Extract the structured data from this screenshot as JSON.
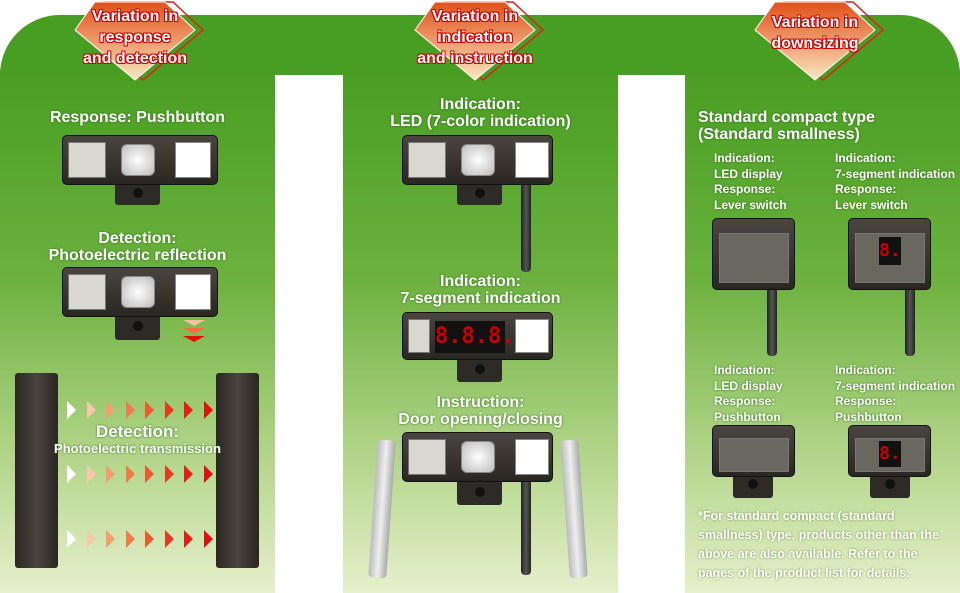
{
  "badges": [
    {
      "text": "Variation in\nresponse\nand detection"
    },
    {
      "text": "Variation in\nindication\nand instruction"
    },
    {
      "text": "Variation in\ndownsizing"
    }
  ],
  "panel1": {
    "response": "Response: Pushbutton",
    "reflection": [
      "Detection:",
      "Photoelectric reflection"
    ],
    "transmission": [
      "Detection:",
      "Photoelectric transmission"
    ]
  },
  "panel2": {
    "led": [
      "Indication:",
      "LED (7-color indication)"
    ],
    "seven": [
      "Indication:",
      "7-segment indication"
    ],
    "door": [
      "Instruction:",
      "Door opening/closing"
    ],
    "seg_display": "8.8.8."
  },
  "panel3": {
    "title": [
      "Standard compact type",
      "(Standard smallness)"
    ],
    "items": [
      [
        "Indication:",
        "LED display",
        "Response:",
        "Lever switch"
      ],
      [
        "Indication:",
        "7-segment indication",
        "Response:",
        "Lever switch"
      ],
      [
        "Indication:",
        "LED display",
        "Response:",
        "Pushbutton"
      ],
      [
        "Indication:",
        "7-segment indication",
        "Response:",
        "Pushbutton"
      ]
    ],
    "seg_digit": "8.",
    "footnote": "*For standard compact (standard smallness) type, products other than the above are also available. Refer to the pages of the product list for details."
  },
  "colors": {
    "green": "#489e22",
    "badge": "#e0501a",
    "arrow_red": "#e01010"
  }
}
